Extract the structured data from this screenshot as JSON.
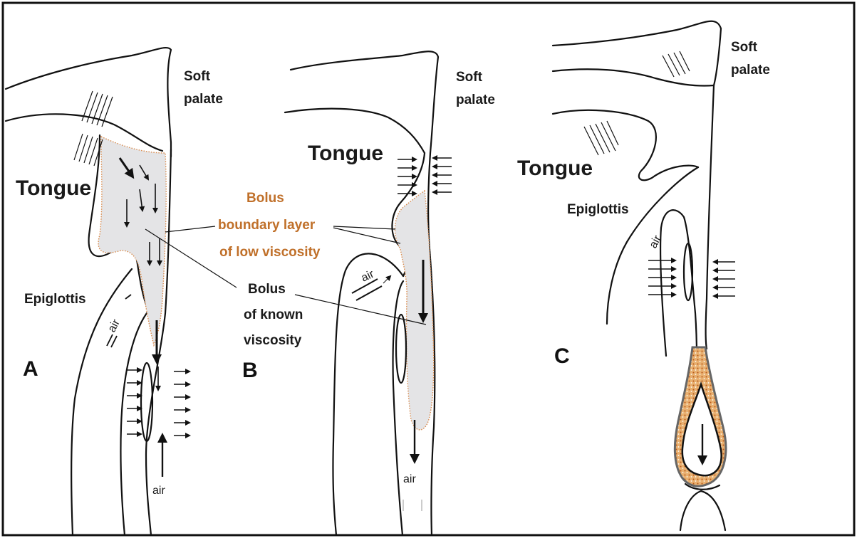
{
  "colors": {
    "outline": "#111111",
    "bolus_fill": "#e4e4e6",
    "boundary_layer": "#c0702a",
    "orange_bolus": "#d2691e"
  },
  "panels": {
    "A": {
      "letter": "A",
      "tongue": "Tongue",
      "soft_palate_1": "Soft",
      "soft_palate_2": "palate",
      "epiglottis": "Epiglottis",
      "air_upper": "air",
      "air_lower": "air"
    },
    "B": {
      "letter": "B",
      "tongue": "Tongue",
      "soft_palate_1": "Soft",
      "soft_palate_2": "palate",
      "air_upper": "air",
      "air_lower": "air"
    },
    "C": {
      "letter": "C",
      "tongue": "Tongue",
      "soft_palate_1": "Soft",
      "soft_palate_2": "palate",
      "epiglottis": "Epiglottis",
      "air": "air"
    }
  },
  "annotations": {
    "boundary_1": "Bolus",
    "boundary_2": "boundary layer",
    "boundary_3": "of low viscosity",
    "known_1": "Bolus",
    "known_2": "of known",
    "known_3": "viscosity"
  }
}
